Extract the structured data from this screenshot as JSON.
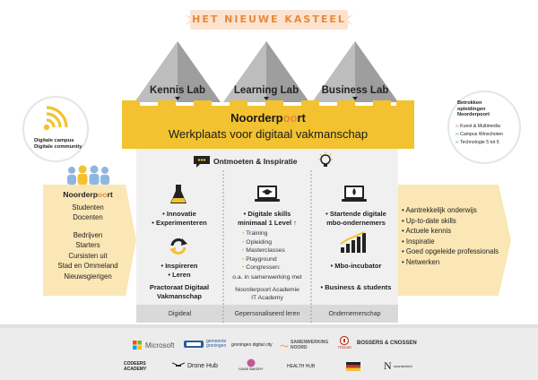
{
  "ribbon": {
    "title": "HET NIEUWE KASTEEL"
  },
  "labs": [
    "Kennis Lab",
    "Learning Lab",
    "Business Lab"
  ],
  "band": {
    "brand_part1": "Noorderp",
    "brand_part2": "oo",
    "brand_part3": "rt",
    "tagline": "Werkplaats voor digitaal vakmanschap"
  },
  "left_top": {
    "line1": "Digitale campus",
    "line2": "Digitale community"
  },
  "right_top": {
    "heading_lines": [
      "Betrokken",
      "opleidingen",
      "Noorderpoort"
    ],
    "items": [
      "Kunst & Multimedia",
      "Campus Winschoten",
      "Technologie 5 tot 5"
    ]
  },
  "center_heading": "Ontmoeten & Inspiratie",
  "left_panel": {
    "brand_part1": "Noorderp",
    "brand_part2": "oo",
    "brand_part3": "rt",
    "group1": [
      "Studenten",
      "Docenten"
    ],
    "group2": [
      "Bedrijven",
      "Starters",
      "Cursisten uit",
      "Stad en Ommeland",
      "Nieuwsgierigen"
    ]
  },
  "columns": {
    "kennis": {
      "top_bullets": [
        "• Innovatie",
        "• Experimenteren"
      ],
      "mid_bullets": [
        "• Inspireren",
        "• Leren"
      ],
      "bottom_lines": [
        "Practoraat Digitaal",
        "Vakmanschap"
      ],
      "footer": "Digideal"
    },
    "learning": {
      "title_lines": [
        "• Digitale skills",
        "minimaal 1 Level ↑"
      ],
      "sub_items": [
        "Training",
        "Opleiding",
        "Masterclasses",
        "Playground",
        "Congressen:"
      ],
      "note_lines": [
        "o.a. in samenwerking met",
        "Noorderpoort Academie",
        "IT Academy"
      ],
      "footer": "Gepersonaliseerd leren"
    },
    "business": {
      "top_bullets": [
        "• Startende digitale",
        "mbo-ondernemers"
      ],
      "mid_bullet": "• Mbo-incubator",
      "bottom_bullet": "• Business & students",
      "footer": "Ondernemerschap"
    }
  },
  "right_panel": {
    "items": [
      "Aantrekkelijk onderwijs",
      "Up-to-date skills",
      "Actuele kennis",
      "Inspiratie",
      "Goed opgeleide professionals",
      "Netwerken"
    ]
  },
  "logos_row1": [
    "Microsoft",
    "gemeente groningen",
    "groningen digital city",
    "SAMENWERKING NOORD",
    "ITsmart",
    "BOSSERS & CNOSSEN"
  ],
  "logos_row2": [
    "CODEERS ACADEMY",
    "Drone Hub",
    "GAME BAKERY",
    "HEALTH HUB",
    "noorderlicht"
  ],
  "colors": {
    "accent": "#e8893a",
    "yellow": "#f2c230",
    "panel": "#fbe7b5",
    "grey": "#dedede"
  }
}
